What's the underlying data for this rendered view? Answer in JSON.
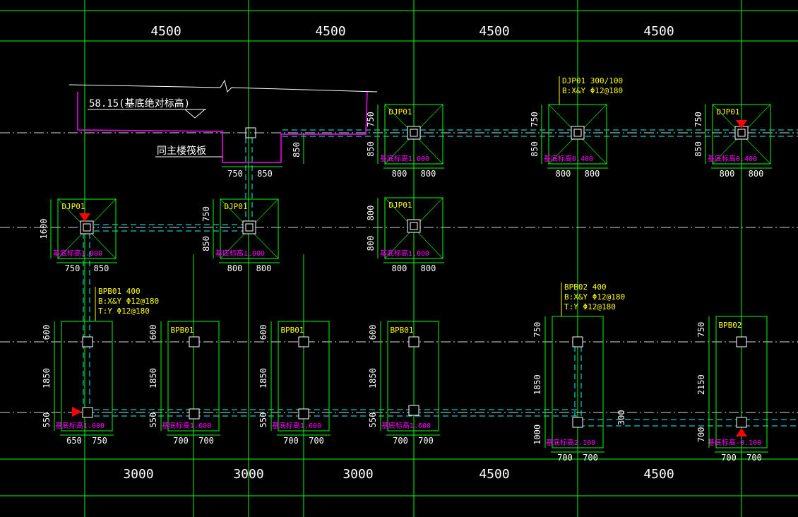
{
  "colors": {
    "background": "#000000",
    "grid": "#00ff00",
    "rebar_dashed": "#00ffff",
    "outline": "#ff00ff",
    "label": "#ffff00",
    "marker": "#ff0000",
    "dim_text": "#ffffff"
  },
  "top_spans": [
    "4500",
    "4500",
    "4500",
    "4500"
  ],
  "bottom_spans": [
    "3000",
    "3000",
    "3000",
    "4500",
    "4500"
  ],
  "annotation": {
    "elevation": "58.15(基底绝对标高)",
    "raft_note": "同主楼筏板",
    "raft_dims": [
      "750",
      "850"
    ],
    "raft_side": "850"
  },
  "callouts": {
    "djp01": {
      "line1": "DJP01 300/100",
      "line2": "B:X&Y Φ12@180"
    },
    "bpb01": {
      "line1": "BPB01 400",
      "line2": "B:X&Y Φ12@180",
      "line3": "T:Y Φ12@180"
    },
    "bpb02": {
      "line1": "BPB02 400",
      "line2": "B:X&Y Φ12@180",
      "line3": "T:Y Φ12@180"
    }
  },
  "footings": [
    {
      "id": "DJP01",
      "elev": "基底标高1.000",
      "side": [
        "750",
        "850"
      ],
      "bottom": [
        "800",
        "800"
      ]
    },
    {
      "id": "",
      "elev": "基底标高0.400",
      "side": [
        "750",
        "850"
      ],
      "bottom": [
        "800",
        "800"
      ]
    },
    {
      "id": "DJP01",
      "elev": "基底标高0.400",
      "side": [
        "750",
        "850"
      ],
      "bottom": [
        "800",
        "800"
      ]
    },
    {
      "id": "DJP01",
      "elev": "基底标高1.000",
      "side": [
        "1600"
      ],
      "bottom": [
        "750",
        "850"
      ]
    },
    {
      "id": "DJP01",
      "elev": "基底标高1.000",
      "side": [
        "750",
        "850"
      ],
      "bottom": [
        "800",
        "800"
      ]
    },
    {
      "id": "DJP01",
      "elev": "基底标高1.000",
      "side": [
        "800",
        "800"
      ],
      "bottom": [
        "800",
        "800"
      ]
    }
  ],
  "plates": [
    {
      "id": "",
      "elev": "基底标高1.000",
      "side": [
        "600",
        "1850",
        "550"
      ],
      "bottom": [
        "650",
        "750"
      ]
    },
    {
      "id": "BPB01",
      "elev": "基底标高1.600",
      "side": [
        "600",
        "1850",
        "550"
      ],
      "bottom": [
        "700",
        "700"
      ]
    },
    {
      "id": "BPB01",
      "elev": "基底标高1.600",
      "side": [
        "600",
        "1850",
        "550"
      ],
      "bottom": [
        "700",
        "700"
      ]
    },
    {
      "id": "BPB01",
      "elev": "基底标高1.600",
      "side": [
        "600",
        "1850",
        "550"
      ],
      "bottom": [
        "700",
        "700"
      ]
    },
    {
      "id": "",
      "elev": "基底标高2.100",
      "side": [
        "750",
        "1850",
        "1000"
      ],
      "bottom": [
        "700",
        "700"
      ],
      "extra": "300"
    },
    {
      "id": "BPB02",
      "elev": "基底标高-0.100",
      "side": [
        "750",
        "2150",
        "700"
      ],
      "bottom": [
        "700",
        "700"
      ]
    }
  ]
}
